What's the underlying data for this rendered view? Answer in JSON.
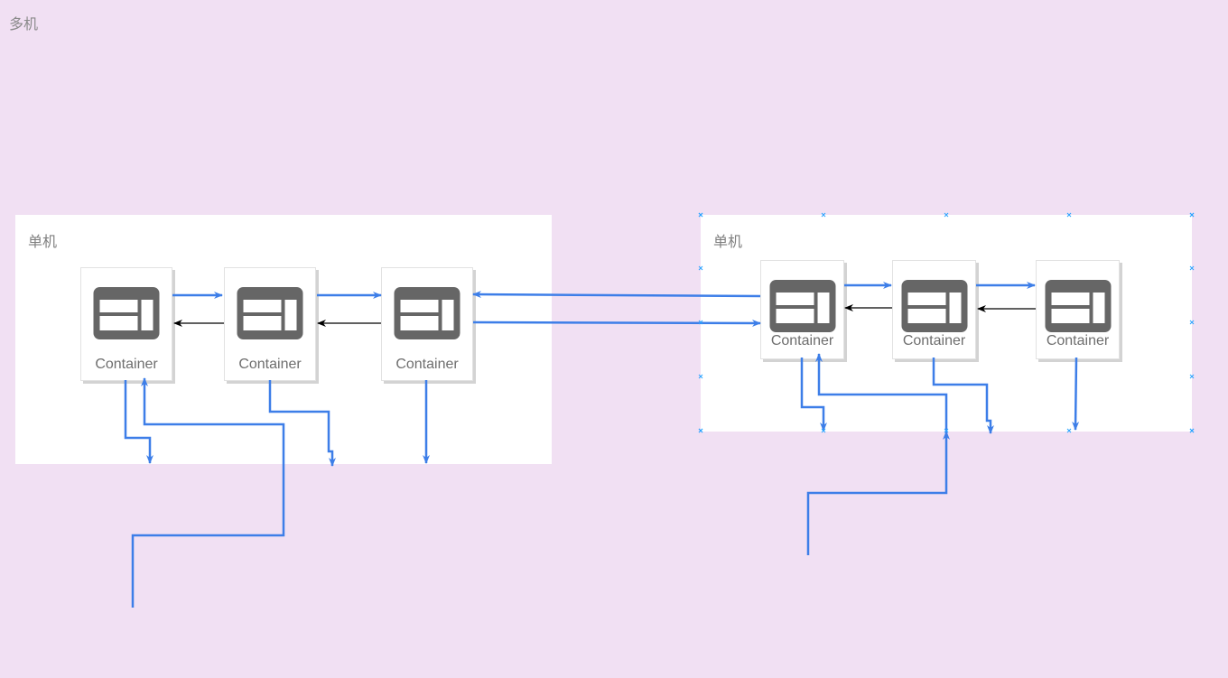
{
  "diagram": {
    "outer_label": "多机",
    "machines": [
      {
        "id": "left",
        "label": "单机",
        "containers": [
          {
            "label": "Container"
          },
          {
            "label": "Container"
          },
          {
            "label": "Container"
          }
        ]
      },
      {
        "id": "right",
        "label": "单机",
        "containers": [
          {
            "label": "Container"
          },
          {
            "label": "Container"
          },
          {
            "label": "Container"
          }
        ]
      }
    ],
    "colors": {
      "background": "#f1e0f3",
      "machine_fill": "#ffffff",
      "flow_arrow": "#3d7ee8",
      "return_arrow": "#000000",
      "icon": "#666666",
      "selection_marker": "#29a3ff"
    }
  }
}
